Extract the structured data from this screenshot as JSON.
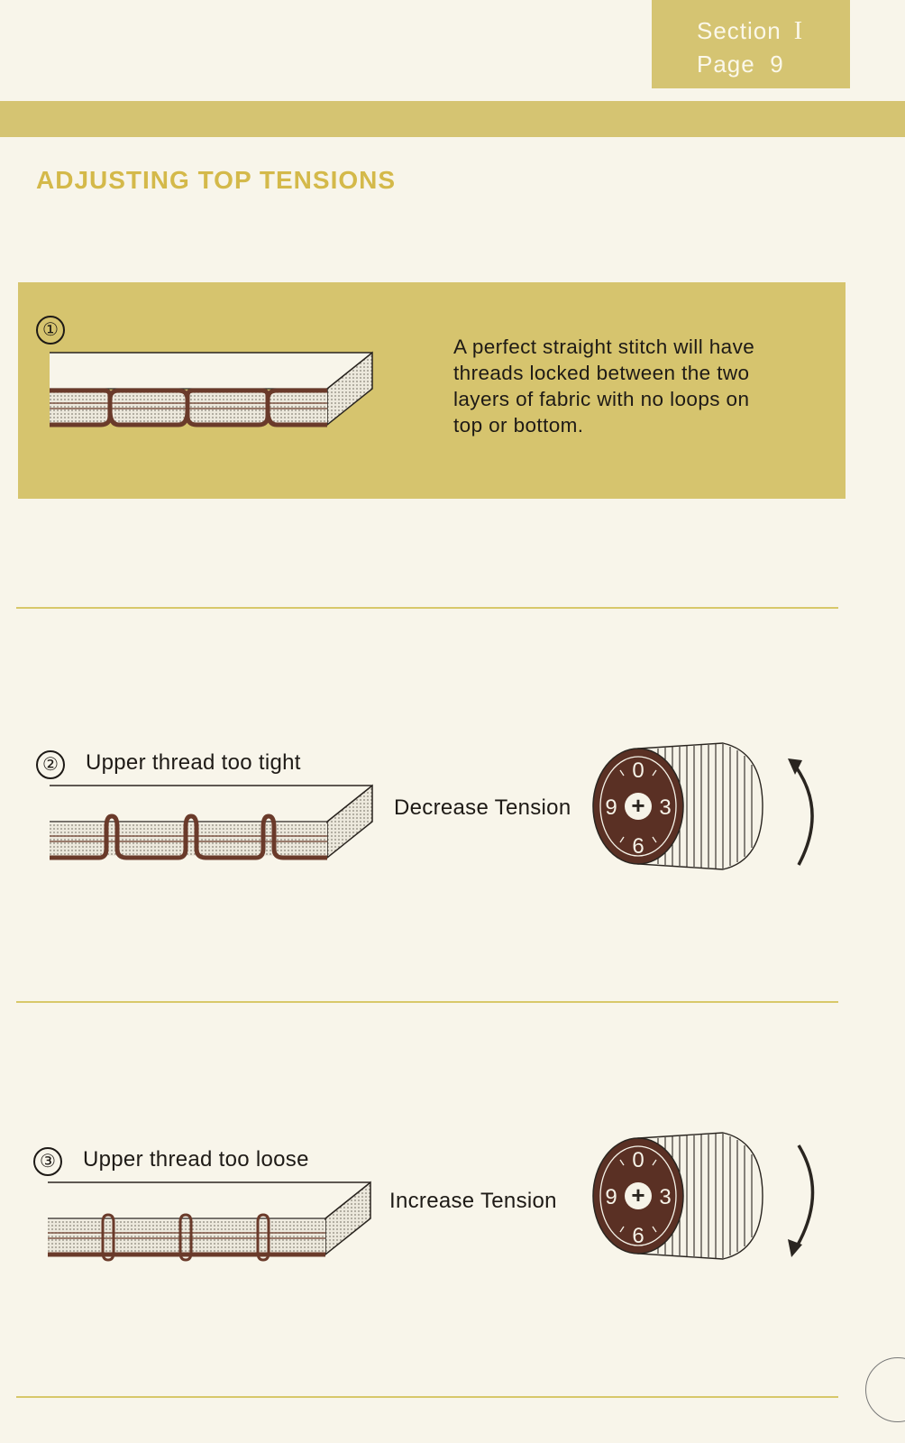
{
  "header": {
    "section_label": "Section",
    "section_number": "I",
    "page_label": "Page",
    "page_number": "9"
  },
  "title": "ADJUSTING TOP TENSIONS",
  "steps": [
    {
      "number": "①",
      "caption": "",
      "description_lines": [
        "A perfect straight stitch will have",
        "threads locked between the two",
        "layers of fabric with no loops on",
        "top or bottom."
      ]
    },
    {
      "number": "②",
      "caption": "Upper thread too tight",
      "action": "Decrease Tension"
    },
    {
      "number": "③",
      "caption": "Upper thread too loose",
      "action": "Increase Tension"
    }
  ],
  "dial": {
    "top": "0",
    "left": "9",
    "right": "3",
    "bottom": "6",
    "center": "+"
  },
  "colors": {
    "accent": "#d5c472",
    "title": "#d4b94a",
    "thread": "#6a3a2a",
    "paper": "#f8f5ea"
  }
}
